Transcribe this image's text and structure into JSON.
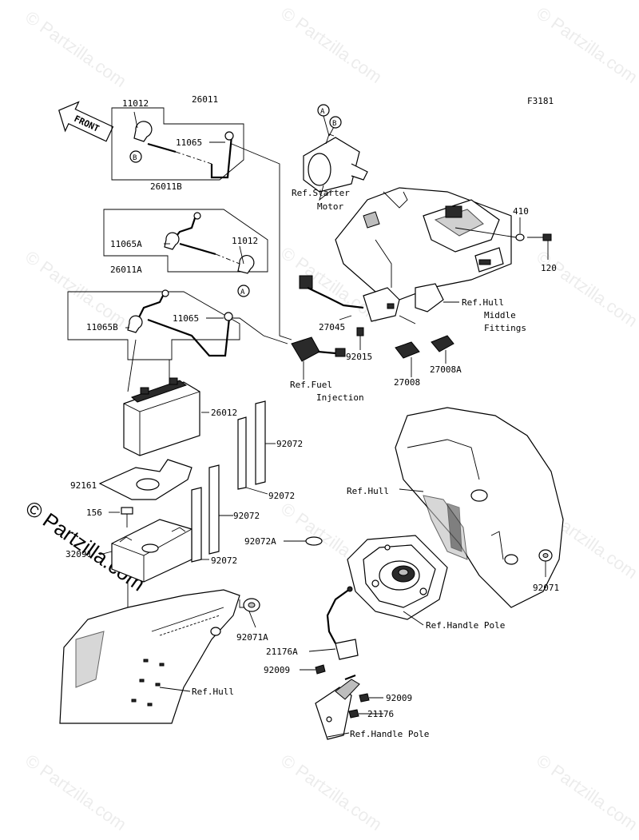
{
  "figure_code": "F3181",
  "front_label": "FRONT",
  "watermark": "© Partzilla.com",
  "callouts": {
    "A": "A",
    "B": "B"
  },
  "labels": {
    "p26011": "26011",
    "p11012_top": "11012",
    "p11065_top": "11065",
    "p26011B": "26011B",
    "p11065A": "11065A",
    "p11012_mid": "11012",
    "p26011A": "26011A",
    "p11065B": "11065B",
    "p11065_low": "11065",
    "p26012": "26012",
    "p92072_a": "92072",
    "p92072_b": "92072",
    "p92072_c": "92072",
    "p92072_d": "92072",
    "p92161": "92161",
    "p156": "156",
    "p32091": "32091",
    "p92072A": "92072A",
    "p92071A": "92071A",
    "p92071": "92071",
    "p410": "410",
    "p120": "120",
    "p27045": "27045",
    "p92015": "92015",
    "p27008": "27008",
    "p27008A": "27008A",
    "p21176A": "21176A",
    "p92009_a": "92009",
    "p92009_b": "92009",
    "p21176": "21176",
    "ref_starter_1": "Ref.Starter",
    "ref_starter_2": "Motor",
    "ref_hull_mid_1": "Ref.Hull",
    "ref_hull_mid_2": "Middle",
    "ref_hull_mid_3": "Fittings",
    "ref_fuel_1": "Ref.Fuel",
    "ref_fuel_2": "Injection",
    "ref_hull_right": "Ref.Hull",
    "ref_handle_pole_1": "Ref.Handle Pole",
    "ref_hull_bottom": "Ref.Hull",
    "ref_handle_pole_2": "Ref.Handle Pole"
  }
}
